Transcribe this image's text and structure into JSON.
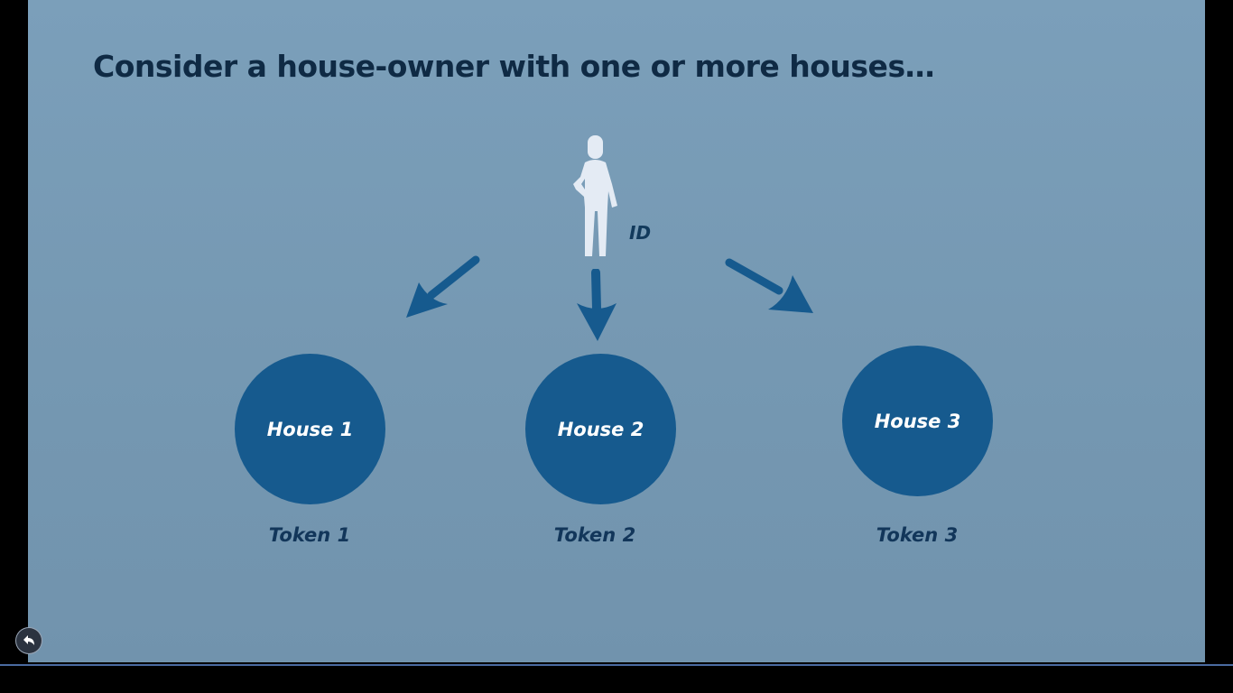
{
  "slide": {
    "title": "Consider a house-owner with one or more houses…",
    "owner_label": "ID",
    "houses": [
      {
        "label": "House 1",
        "token": "Token 1"
      },
      {
        "label": "House 2",
        "token": "Token 2"
      },
      {
        "label": "House 3",
        "token": "Token 3"
      }
    ]
  },
  "colors": {
    "slide_background": "#7b9fba",
    "title_text": "#0f2a44",
    "house_circle": "#165a8e",
    "arrow": "#165a8e",
    "person_figure": "#e4ebf4",
    "label_text": "#12365a"
  },
  "icons": {
    "owner": "person-icon",
    "back": "back-arrow-icon"
  }
}
